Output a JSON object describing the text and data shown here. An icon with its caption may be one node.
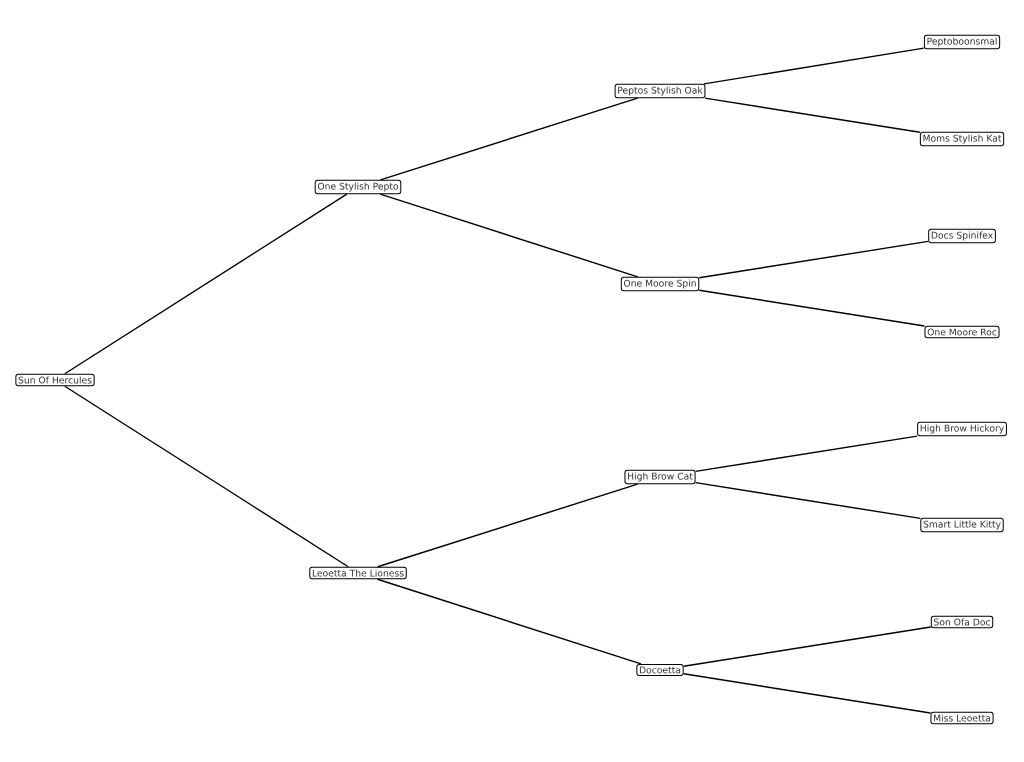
{
  "diagram": {
    "nodes": [
      {
        "text": [
          "Sun Of Hercules"
        ]
      },
      {
        "text": [
          "One Stylish Pepto"
        ]
      },
      {
        "text": [
          "Peptos Stylish Oak"
        ]
      },
      {
        "text": [
          "Peptoboonsmal"
        ]
      },
      {
        "text": [
          "Moms Stylish Kat"
        ]
      },
      {
        "text": [
          "One Moore Spin"
        ]
      },
      {
        "text": [
          "Docs Spinifex"
        ]
      },
      {
        "text": [
          "One Moore Roc"
        ]
      },
      {
        "text": [
          "Leoetta The Lioness"
        ]
      },
      {
        "text": [
          "High Brow Cat"
        ]
      },
      {
        "text": [
          "High Brow Hickory"
        ]
      },
      {
        "text": [
          "Smart Little Kitty"
        ]
      },
      {
        "text": [
          "Docoetta"
        ]
      },
      {
        "text": [
          "Son Ofa Doc"
        ]
      },
      {
        "text": [
          "Miss Leoetta"
        ]
      }
    ],
    "edges": [
      {
        "from": 0,
        "to": 1,
        "arrow": "none"
      },
      {
        "from": 1,
        "to": 2,
        "arrow": "none"
      },
      {
        "from": 2,
        "to": 3,
        "arrow": "none"
      },
      {
        "from": 2,
        "to": 4,
        "arrow": "none"
      },
      {
        "from": 1,
        "to": 5,
        "arrow": "none"
      },
      {
        "from": 5,
        "to": 6,
        "arrow": "none"
      },
      {
        "from": 5,
        "to": 7,
        "arrow": "none"
      },
      {
        "from": 0,
        "to": 8,
        "arrow": "none"
      },
      {
        "from": 8,
        "to": 9,
        "arrow": "none"
      },
      {
        "from": 9,
        "to": 10,
        "arrow": "none"
      },
      {
        "from": 9,
        "to": 11,
        "arrow": "none"
      },
      {
        "from": 8,
        "to": 12,
        "arrow": "none"
      },
      {
        "from": 12,
        "to": 13,
        "arrow": "none"
      },
      {
        "from": 12,
        "to": 14,
        "arrow": "none"
      }
    ]
  }
}
